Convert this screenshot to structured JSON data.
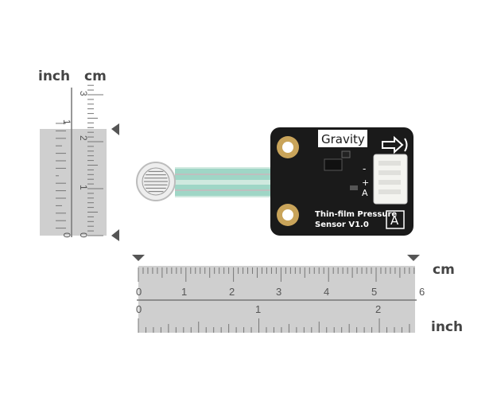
{
  "vertical_ruler": {
    "unit_left": "inch",
    "unit_right": "cm",
    "inch_ticks": [
      "1",
      "0"
    ],
    "cm_ticks": [
      "3",
      "2",
      "1",
      "0"
    ]
  },
  "horizontal_ruler": {
    "unit_top": "cm",
    "unit_bottom": "inch",
    "cm_ticks": [
      "0",
      "1",
      "2",
      "3",
      "4",
      "5",
      "6"
    ],
    "inch_ticks": [
      "0",
      "1",
      "2"
    ]
  },
  "board": {
    "brand": "Gravity",
    "title_line1": "Thin-film Pressure",
    "title_line2": "Sensor V1.0",
    "type_mark": "A",
    "pin_minus": "-",
    "pin_plus": "+",
    "pin_signal": "A"
  },
  "colors": {
    "board": "#1a1a1a",
    "ruler_shade": "#cfcfcf",
    "ruler_line": "#777777",
    "sensor_strip": "#9fd6c6"
  }
}
